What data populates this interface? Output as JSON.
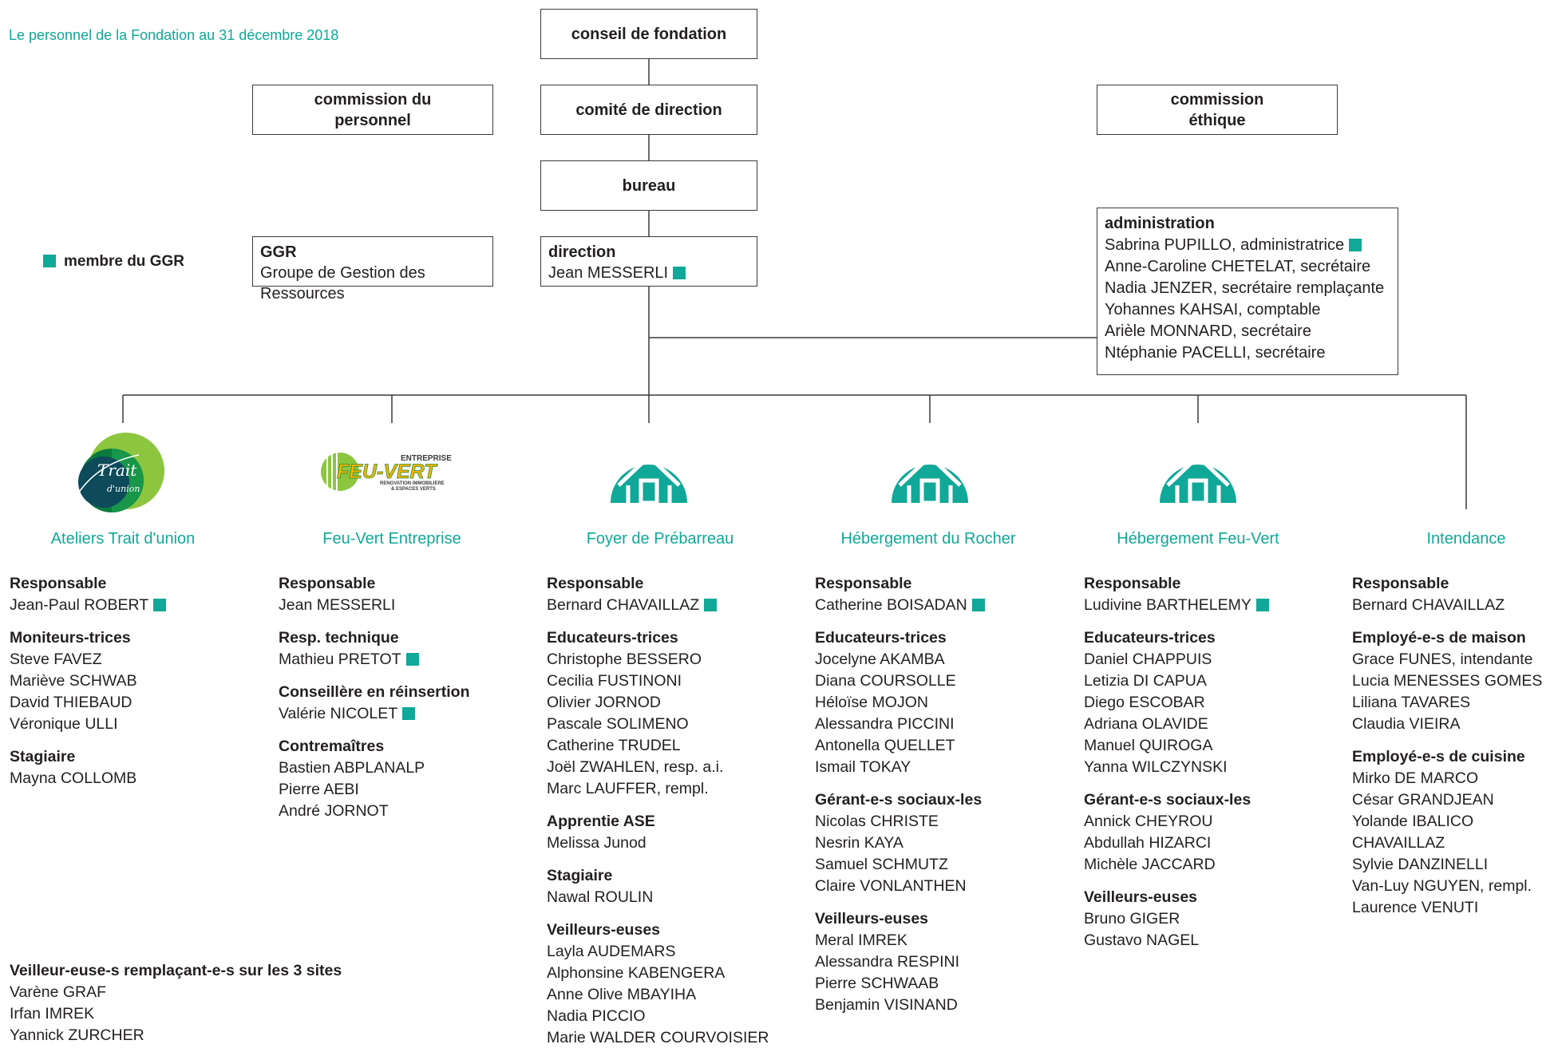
{
  "title": "Le personnel de la Fondation au 31 décembre 2018",
  "legend": {
    "label": "membre du GGR",
    "color": "#10a898"
  },
  "boxes": {
    "conseil": "conseil de fondation",
    "comite": "comité de direction",
    "commission_personnel_1": "commission du",
    "commission_personnel_2": "personnel",
    "commission_ethique_1": "commission",
    "commission_ethique_2": "éthique",
    "bureau": "bureau",
    "ggr_title": "GGR",
    "ggr_text": "Groupe de Gestion des Ressources",
    "direction_title": "direction",
    "direction_name": "Jean MESSERLI"
  },
  "administration": {
    "title": "administration",
    "members": [
      {
        "text": "Sabrina PUPILLO, administratrice",
        "ggr": true
      },
      {
        "text": "Anne-Caroline CHETELAT, secrétaire",
        "ggr": false
      },
      {
        "text": "Nadia JENZER, secrétaire remplaçante",
        "ggr": false
      },
      {
        "text": "Yohannes KAHSAI, comptable",
        "ggr": false
      },
      {
        "text": "Arièle MONNARD, secrétaire",
        "ggr": false
      },
      {
        "text": "Ntéphanie PACELLI, secrétaire",
        "ggr": false
      }
    ]
  },
  "logos": {
    "trait_union_1": "Trait",
    "trait_union_2": "d'union",
    "feu_vert_top": "ENTREPRISE",
    "feu_vert_main": "FEU-VERT",
    "feu_vert_sub1": "RENOVATION IMMOBILIERE",
    "feu_vert_sub2": "& ESPACES VERTS"
  },
  "departments": [
    {
      "name": "Ateliers Trait d'union",
      "sections": [
        {
          "title": "Responsable",
          "members": [
            {
              "text": "Jean-Paul ROBERT",
              "ggr": true
            }
          ]
        },
        {
          "title": "Moniteurs-trices",
          "members": [
            {
              "text": "Steve FAVEZ",
              "ggr": false
            },
            {
              "text": "Mariève SCHWAB",
              "ggr": false
            },
            {
              "text": "David THIEBAUD",
              "ggr": false
            },
            {
              "text": "Véronique ULLI",
              "ggr": false
            }
          ]
        },
        {
          "title": "Stagiaire",
          "members": [
            {
              "text": "Mayna COLLOMB",
              "ggr": false
            }
          ]
        }
      ]
    },
    {
      "name": "Feu-Vert Entreprise",
      "sections": [
        {
          "title": "Responsable",
          "members": [
            {
              "text": "Jean MESSERLI",
              "ggr": false
            }
          ]
        },
        {
          "title": "Resp. technique",
          "members": [
            {
              "text": "Mathieu PRETOT",
              "ggr": true
            }
          ]
        },
        {
          "title": "Conseillère en réinsertion",
          "members": [
            {
              "text": "Valérie NICOLET",
              "ggr": true
            }
          ]
        },
        {
          "title": "Contremaîtres",
          "members": [
            {
              "text": "Bastien ABPLANALP",
              "ggr": false
            },
            {
              "text": "Pierre AEBI",
              "ggr": false
            },
            {
              "text": "André JORNOT",
              "ggr": false
            }
          ]
        }
      ]
    },
    {
      "name": "Foyer de Prébarreau",
      "sections": [
        {
          "title": "Responsable",
          "members": [
            {
              "text": "Bernard CHAVAILLAZ",
              "ggr": true
            }
          ]
        },
        {
          "title": "Educateurs-trices",
          "members": [
            {
              "text": "Christophe BESSERO",
              "ggr": false
            },
            {
              "text": "Cecilia FUSTINONI",
              "ggr": false
            },
            {
              "text": "Olivier JORNOD",
              "ggr": false
            },
            {
              "text": "Pascale SOLIMENO",
              "ggr": false
            },
            {
              "text": "Catherine TRUDEL",
              "ggr": false
            },
            {
              "text": "Joël ZWAHLEN, resp. a.i.",
              "ggr": false
            },
            {
              "text": "Marc LAUFFER, rempl.",
              "ggr": false
            }
          ]
        },
        {
          "title": "Apprentie ASE",
          "members": [
            {
              "text": "Melissa Junod",
              "ggr": false
            }
          ]
        },
        {
          "title": "Stagiaire",
          "members": [
            {
              "text": "Nawal ROULIN",
              "ggr": false
            }
          ]
        },
        {
          "title": "Veilleurs-euses",
          "members": [
            {
              "text": "Layla AUDEMARS",
              "ggr": false
            },
            {
              "text": "Alphonsine KABENGERA",
              "ggr": false
            },
            {
              "text": "Anne Olive MBAYIHA",
              "ggr": false
            },
            {
              "text": "Nadia PICCIO",
              "ggr": false
            },
            {
              "text": "Marie WALDER COURVOISIER",
              "ggr": false
            }
          ]
        }
      ]
    },
    {
      "name": "Hébergement du Rocher",
      "sections": [
        {
          "title": "Responsable",
          "members": [
            {
              "text": "Catherine BOISADAN",
              "ggr": true
            }
          ]
        },
        {
          "title": "Educateurs-trices",
          "members": [
            {
              "text": "Jocelyne AKAMBA",
              "ggr": false
            },
            {
              "text": "Diana COURSOLLE",
              "ggr": false
            },
            {
              "text": "Héloïse MOJON",
              "ggr": false
            },
            {
              "text": "Alessandra PICCINI",
              "ggr": false
            },
            {
              "text": "Antonella QUELLET",
              "ggr": false
            },
            {
              "text": "Ismail TOKAY",
              "ggr": false
            }
          ]
        },
        {
          "title": "Gérant-e-s sociaux-les",
          "members": [
            {
              "text": "Nicolas CHRISTE",
              "ggr": false
            },
            {
              "text": "Nesrin KAYA",
              "ggr": false
            },
            {
              "text": "Samuel SCHMUTZ",
              "ggr": false
            },
            {
              "text": "Claire VONLANTHEN",
              "ggr": false
            }
          ]
        },
        {
          "title": "Veilleurs-euses",
          "members": [
            {
              "text": "Meral IMREK",
              "ggr": false
            },
            {
              "text": "Alessandra RESPINI",
              "ggr": false
            },
            {
              "text": "Pierre SCHWAAB",
              "ggr": false
            },
            {
              "text": "Benjamin VISINAND",
              "ggr": false
            }
          ]
        }
      ]
    },
    {
      "name": "Hébergement Feu-Vert",
      "sections": [
        {
          "title": "Responsable",
          "members": [
            {
              "text": "Ludivine BARTHELEMY",
              "ggr": true
            }
          ]
        },
        {
          "title": "Educateurs-trices",
          "members": [
            {
              "text": "Daniel CHAPPUIS",
              "ggr": false
            },
            {
              "text": "Letizia DI CAPUA",
              "ggr": false
            },
            {
              "text": "Diego ESCOBAR",
              "ggr": false
            },
            {
              "text": "Adriana OLAVIDE",
              "ggr": false
            },
            {
              "text": "Manuel QUIROGA",
              "ggr": false
            },
            {
              "text": "Yanna WILCZYNSKI",
              "ggr": false
            }
          ]
        },
        {
          "title": "Gérant-e-s sociaux-les",
          "members": [
            {
              "text": "Annick CHEYROU",
              "ggr": false
            },
            {
              "text": "Abdullah HIZARCI",
              "ggr": false
            },
            {
              "text": "Michèle JACCARD",
              "ggr": false
            }
          ]
        },
        {
          "title": "Veilleurs-euses",
          "members": [
            {
              "text": "Bruno GIGER",
              "ggr": false
            },
            {
              "text": "Gustavo NAGEL",
              "ggr": false
            }
          ]
        }
      ]
    },
    {
      "name": "Intendance",
      "sections": [
        {
          "title": "Responsable",
          "members": [
            {
              "text": "Bernard CHAVAILLAZ",
              "ggr": false
            }
          ]
        },
        {
          "title": "Employé-e-s de maison",
          "members": [
            {
              "text": "Grace FUNES, intendante",
              "ggr": false
            },
            {
              "text": "Lucia MENESSES GOMES",
              "ggr": false
            },
            {
              "text": "Liliana TAVARES",
              "ggr": false
            },
            {
              "text": "Claudia VIEIRA",
              "ggr": false
            }
          ]
        },
        {
          "title": "Employé-e-s de cuisine",
          "members": [
            {
              "text": "Mirko DE MARCO",
              "ggr": false
            },
            {
              "text": "César GRANDJEAN",
              "ggr": false
            },
            {
              "text": "Yolande IBALICO CHAVAILLAZ",
              "ggr": false
            },
            {
              "text": "Sylvie DANZINELLI",
              "ggr": false
            },
            {
              "text": "Van-Luy NGUYEN, rempl.",
              "ggr": false
            },
            {
              "text": "Laurence VENUTI",
              "ggr": false
            }
          ]
        }
      ]
    }
  ],
  "replacements": {
    "title": "Veilleur-euse-s remplaçant-e-s sur les 3 sites",
    "members": [
      {
        "text": "Varène GRAF",
        "ggr": false
      },
      {
        "text": "Irfan IMREK",
        "ggr": false
      },
      {
        "text": "Yannick ZURCHER",
        "ggr": false
      }
    ]
  }
}
